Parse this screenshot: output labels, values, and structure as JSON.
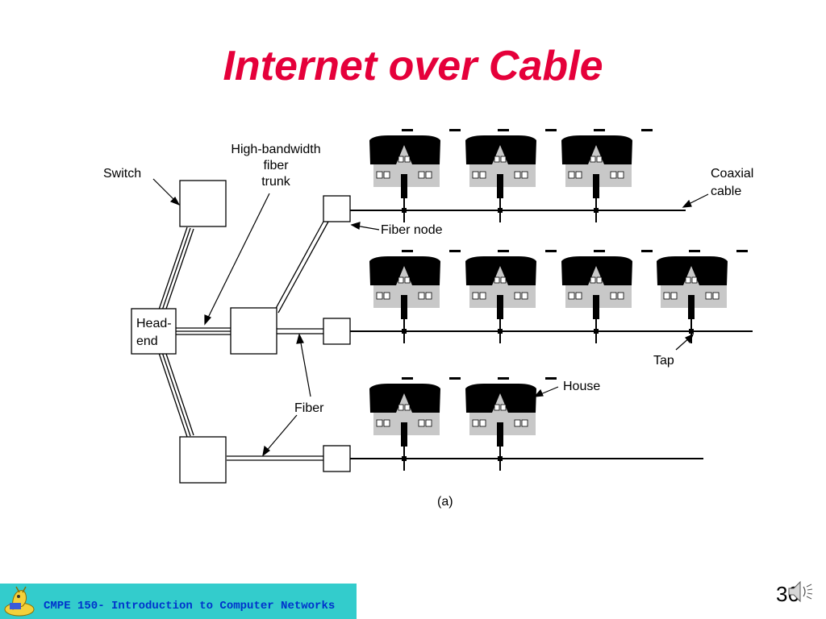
{
  "slide": {
    "title": "Internet over Cable",
    "page_number": "36"
  },
  "footer": {
    "course": "CMPE 150- Introduction to Computer Networks"
  },
  "diagram": {
    "labels": {
      "switch": "Switch",
      "trunk_line1": "High-bandwidth",
      "trunk_line2": "fiber",
      "trunk_line3": "trunk",
      "headend_line1": "Head-",
      "headend_line2": "end",
      "fiber_node": "Fiber node",
      "coax_line1": "Coaxial",
      "coax_line2": "cable",
      "tap": "Tap",
      "house": "House",
      "fiber": "Fiber",
      "caption": "(a)"
    }
  },
  "colors": {
    "title": "#e5003a",
    "footer_bar": "#33cccc",
    "footer_text": "#0033cc",
    "roof": "#000000",
    "house_wall": "#c8c8c8"
  }
}
